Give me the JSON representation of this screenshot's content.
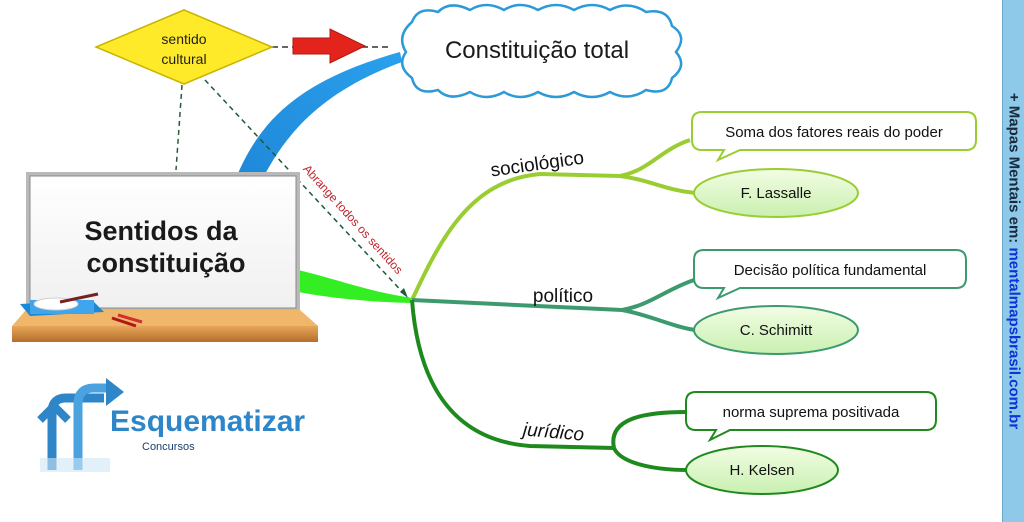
{
  "root": {
    "line1": "Sentidos da",
    "line2": "constituição"
  },
  "cultural": {
    "line1": "sentido",
    "line2": "cultural"
  },
  "total": {
    "label": "Constituição total"
  },
  "annotation": "Abrange todos os sentidos",
  "branches": [
    {
      "label": "sociológico",
      "concept": "Soma dos fatores reais do poder",
      "author": "F. Lassalle"
    },
    {
      "label": "político",
      "concept": "Decisão política fundamental",
      "author": "C. Schimitt"
    },
    {
      "label": "jurídico",
      "concept": "norma suprema positivada",
      "author": "H. Kelsen"
    }
  ],
  "logo": {
    "name": "Esquematizar",
    "sub": "Concursos"
  },
  "sidebar": {
    "prefix": "+ Mapas Mentais em: ",
    "site": "mentalmapsbrasil.com.br"
  },
  "colors": {
    "sociologico": "#9acd32",
    "politico": "#3c9a6e",
    "juridico": "#1e8a1e",
    "accent": "#2d8fd5"
  }
}
